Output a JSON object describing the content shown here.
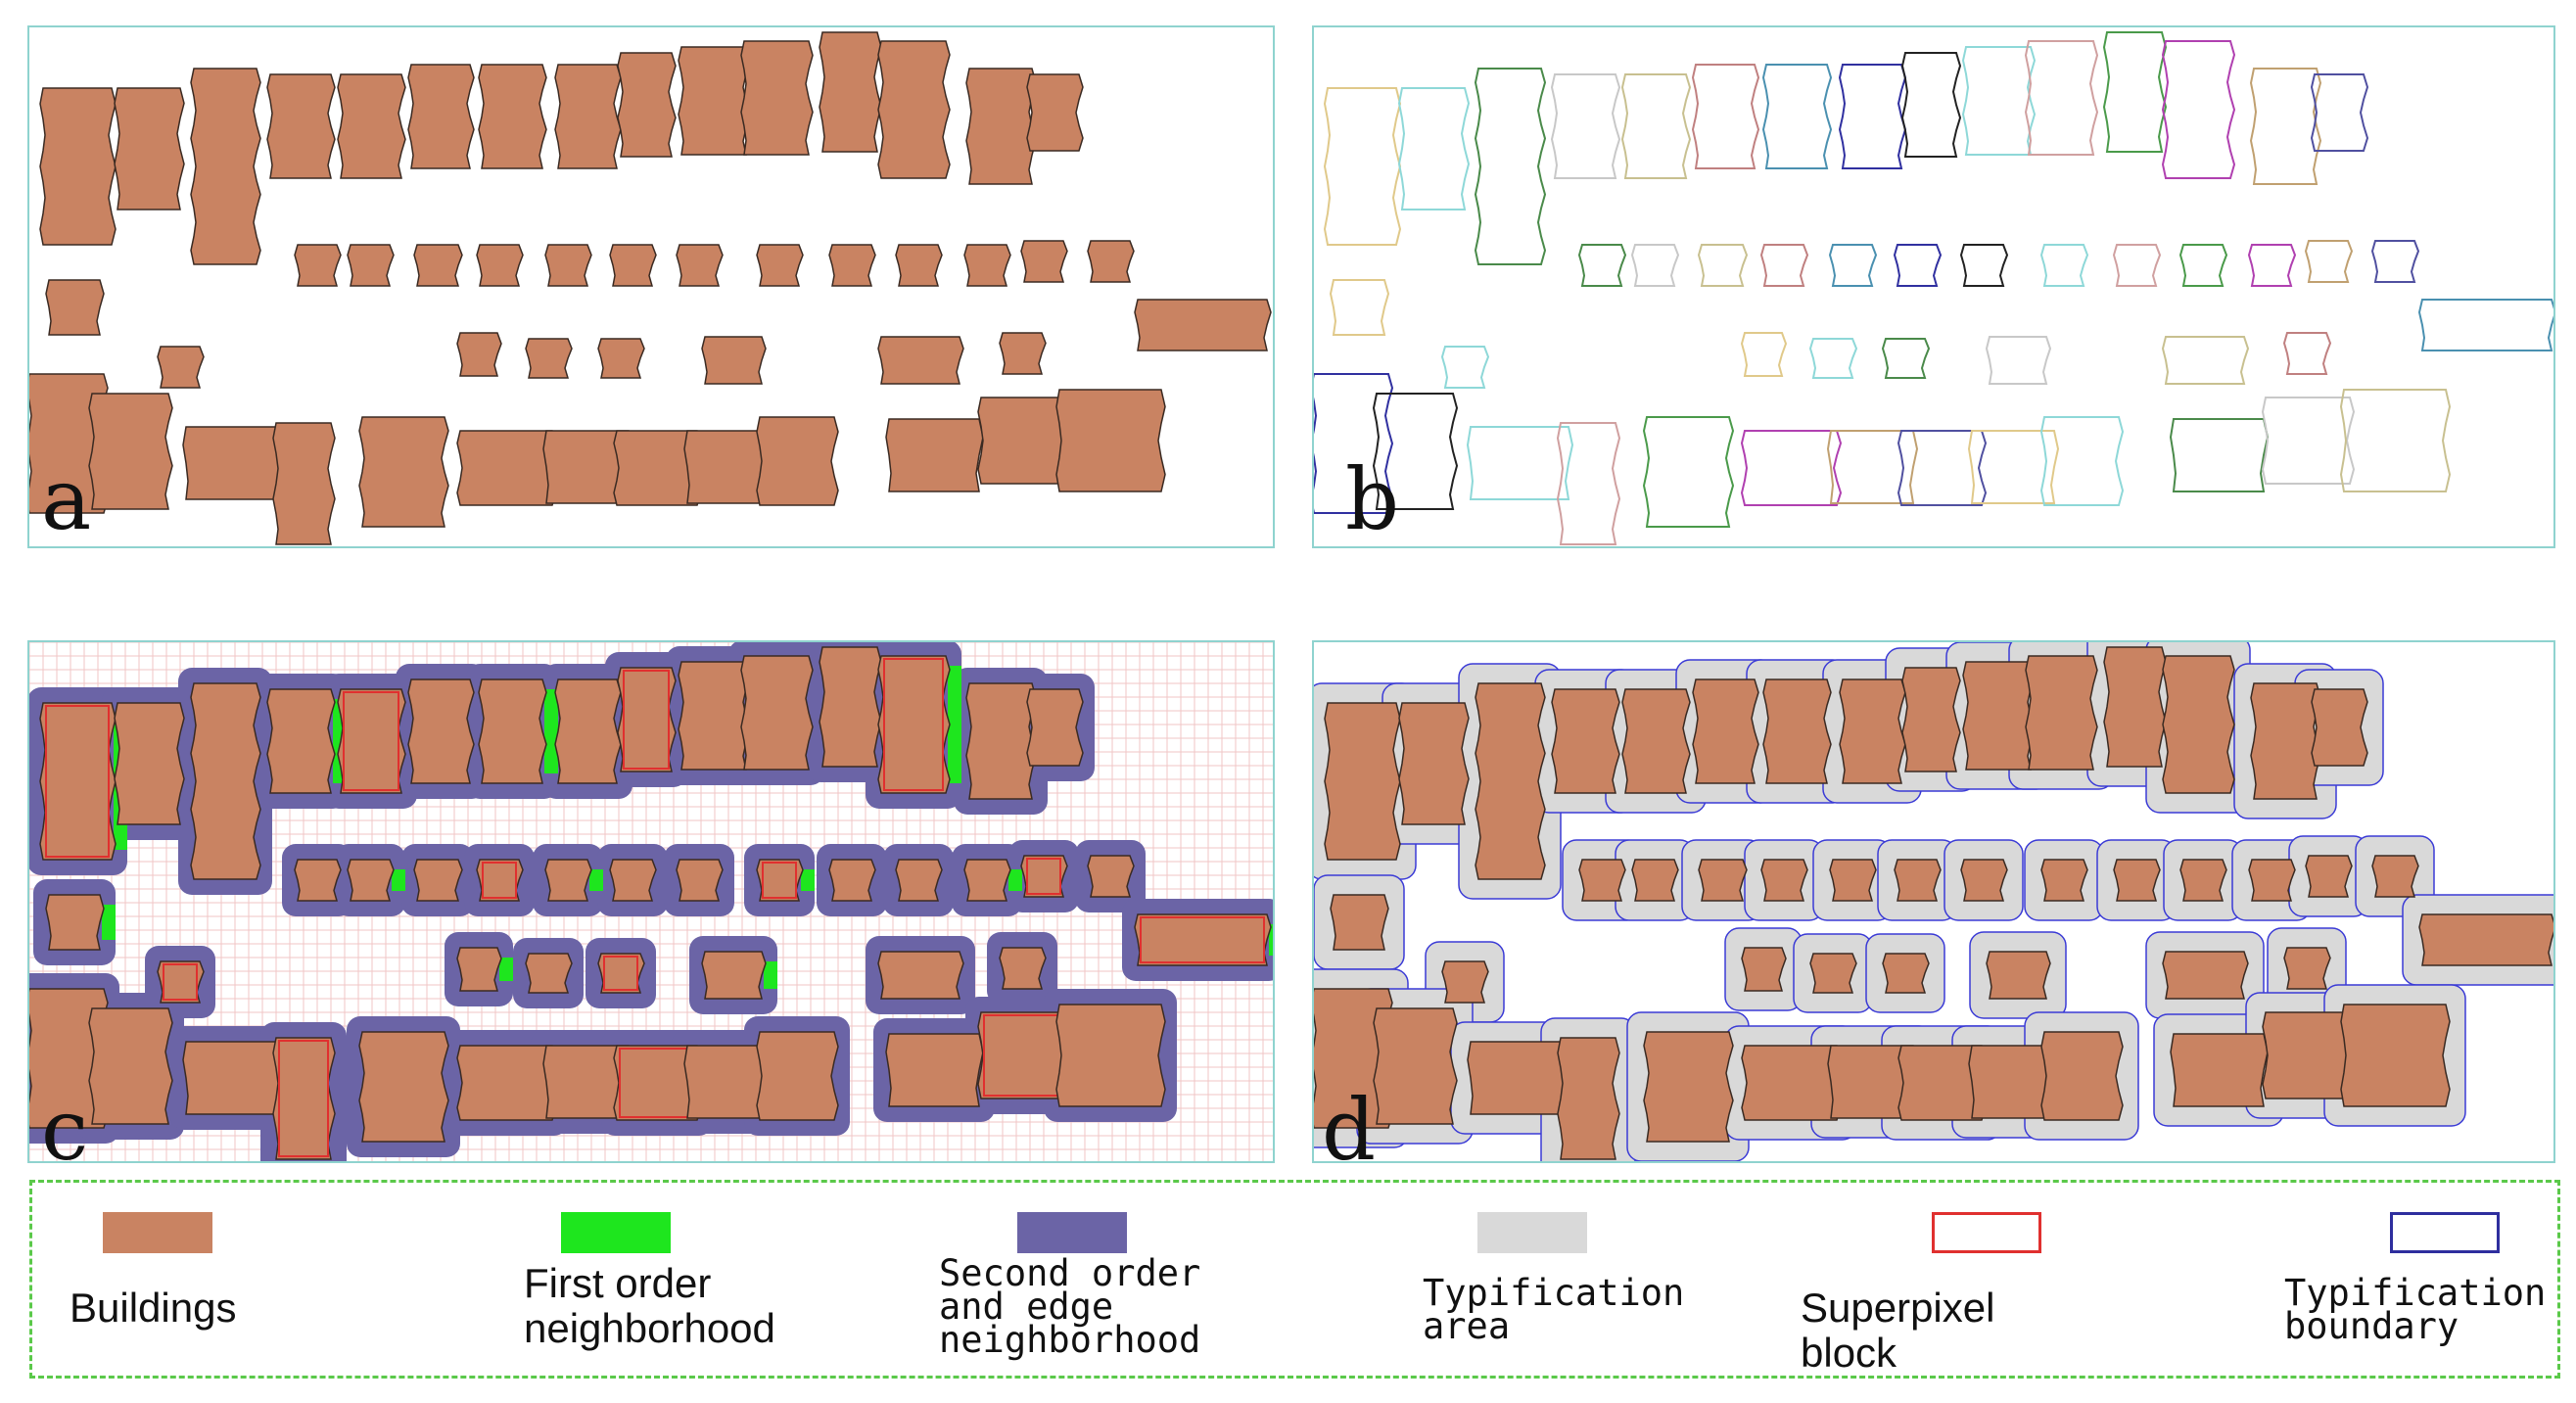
{
  "panels": [
    {
      "label": "a",
      "style": "plain"
    },
    {
      "label": "b",
      "style": "outline"
    },
    {
      "label": "c",
      "style": "superpixel"
    },
    {
      "label": "d",
      "style": "typified"
    }
  ],
  "legend": [
    {
      "label": "Buildings",
      "swatch": "filled",
      "color": "#c98362"
    },
    {
      "label": "First order\nneighborhood",
      "swatch": "filled",
      "color": "#1ee61e"
    },
    {
      "label": "Second order\nand edge\nneighborhood",
      "swatch": "filled",
      "color": "#6b64a6"
    },
    {
      "label": "Typification\narea",
      "swatch": "filled",
      "color": "#d9d9d9"
    },
    {
      "label": "Superpixel block",
      "swatch": "outline",
      "color": "#e0302f"
    },
    {
      "label": "Typification\nboundary",
      "swatch": "outline",
      "color": "#2e2e9e"
    }
  ],
  "colors": {
    "building": "#c98362",
    "building_stroke": "#3a2a22",
    "first_order": "#1ee61e",
    "second_order": "#6b64a6",
    "typification_area": "#d9d9d9",
    "typification_boundary": "#3a3ad6",
    "superpixel_grid": "#f0c6c6",
    "panel_border": "#8fd3cf",
    "legend_border": "#5bc94a"
  }
}
